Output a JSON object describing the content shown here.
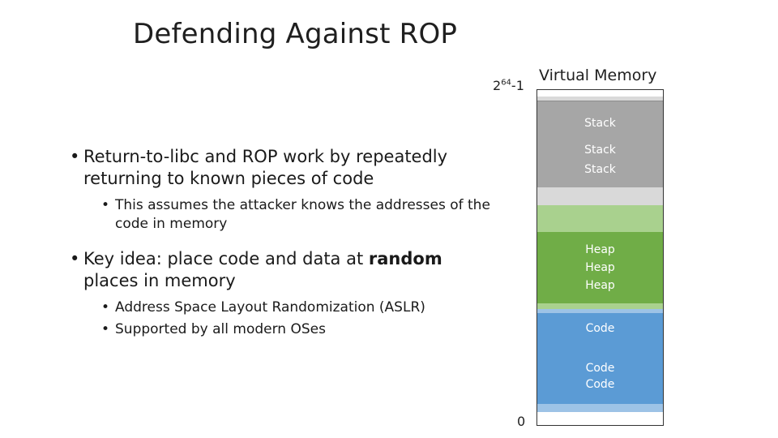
{
  "slide": {
    "title": "Defending Against ROP"
  },
  "bullets": [
    {
      "level": 1,
      "text": "Return-to-libc and ROP work by repeatedly returning to known pieces of code"
    },
    {
      "level": 2,
      "text": "This assumes the attacker knows the addresses of the code in memory"
    },
    {
      "level": 1,
      "text_before": "Key idea: place code and data at ",
      "bold": "random",
      "text_after": " places in memory"
    },
    {
      "level": 2,
      "text": "Address Space Layout Randomization (ASLR)"
    },
    {
      "level": 2,
      "text": "Supported by all modern OSes"
    }
  ],
  "memory_diagram": {
    "title": "Virtual Memory",
    "top_label_base": "2",
    "top_label_exp": "64",
    "top_label_suffix": "-1",
    "bottom_label": "0",
    "labels": {
      "stack_1": "Stack",
      "stack_2": "Stack",
      "stack_3": "Stack",
      "heap_1": "Heap",
      "heap_2": "Heap",
      "heap_3": "Heap",
      "code_1": "Code",
      "code_2": "Code",
      "code_3": "Code"
    },
    "colors": {
      "stack": "#a6a6a6",
      "stack_light": "#d9d9d9",
      "heap": "#70ad47",
      "heap_light": "#a9d18e",
      "code": "#5b9bd5",
      "code_light": "#9dc3e6"
    }
  }
}
